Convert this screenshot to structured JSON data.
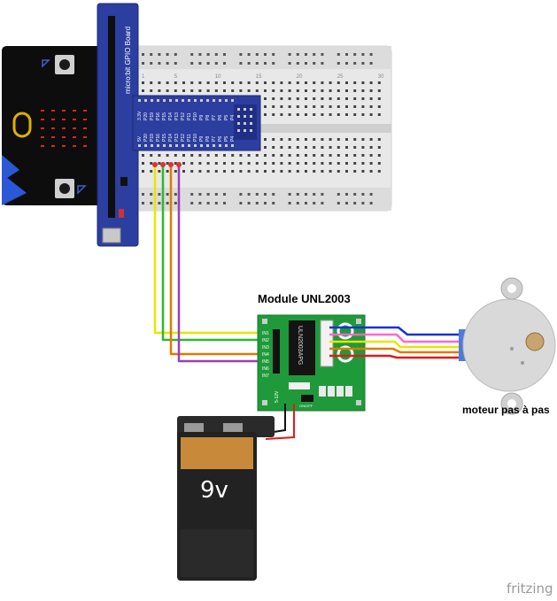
{
  "board": {
    "gpio_label": "micro:bit GPIO Board",
    "top_pins": [
      "3.3V",
      "P20",
      "P19",
      "P16",
      "P15",
      "P14",
      "P13",
      "P12",
      "P11",
      "P10",
      "P9",
      "P8",
      "P7",
      "P6",
      "P5",
      "P4",
      "P3",
      "P2",
      "P1",
      "P0"
    ],
    "bottom_pins": [
      "5V",
      "P20",
      "P19",
      "P16",
      "P15",
      "P14",
      "P13",
      "P12",
      "P11",
      "P10",
      "P9",
      "P8",
      "P7",
      "P6",
      "P5",
      "P4",
      "P3",
      "P2",
      "P1",
      "P0"
    ],
    "column_numbers": [
      "1",
      "5",
      "10",
      "15",
      "20",
      "25",
      "30"
    ]
  },
  "module": {
    "title": "Module UNL2003",
    "chip_label": "ULN2003APG",
    "inputs": [
      "IN1",
      "IN2",
      "IN3",
      "IN4",
      "IN5",
      "IN6",
      "IN7"
    ],
    "power_label": "ON/OFF",
    "supply_label": "5-12V"
  },
  "motor": {
    "label": "moteur pas à pas"
  },
  "battery": {
    "label": "9v"
  },
  "watermark": "fritzing",
  "colors": {
    "yellow": "#e6e600",
    "green": "#2db82d",
    "orange": "#e07a00",
    "purple": "#9b3fb5",
    "red": "#e01b1b",
    "blue": "#1c2fd9",
    "pink": "#ff66cc",
    "board_blue": "#2c3e9f",
    "module_green": "#1f9a3a"
  },
  "icons": [
    "microbit-board-icon",
    "breadboard-icon",
    "uln2003-module-icon",
    "stepper-motor-icon",
    "battery-9v-icon"
  ]
}
